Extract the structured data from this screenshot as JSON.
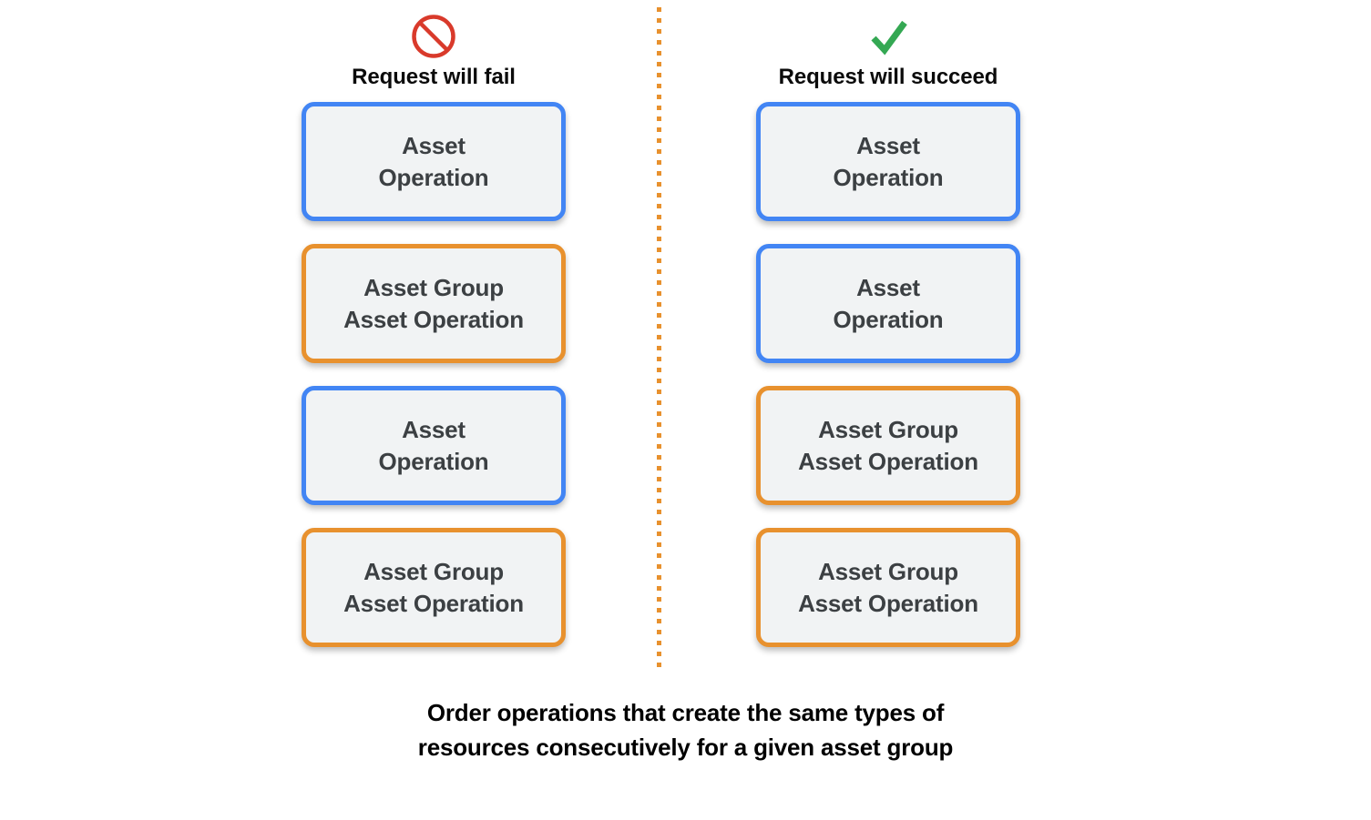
{
  "colors": {
    "blue_border": "#4285f4",
    "orange_border": "#e8912e",
    "card_fill": "#f1f3f4",
    "card_text": "#3c4043",
    "fail_icon": "#d93a2b",
    "success_icon": "#34a853",
    "divider": "#e8912e",
    "caption_text": "#000000"
  },
  "columns": [
    {
      "id": "fail",
      "icon": "prohibited-icon",
      "title": "Request will fail",
      "cards": [
        {
          "variant": "blue",
          "label": "Asset\nOperation"
        },
        {
          "variant": "orange",
          "label": "Asset Group\nAsset Operation"
        },
        {
          "variant": "blue",
          "label": "Asset\nOperation"
        },
        {
          "variant": "orange",
          "label": "Asset Group\nAsset Operation"
        }
      ]
    },
    {
      "id": "succeed",
      "icon": "check-icon",
      "title": "Request will succeed",
      "cards": [
        {
          "variant": "blue",
          "label": "Asset\nOperation"
        },
        {
          "variant": "blue",
          "label": "Asset\nOperation"
        },
        {
          "variant": "orange",
          "label": "Asset Group\nAsset Operation"
        },
        {
          "variant": "orange",
          "label": "Asset Group\nAsset Operation"
        }
      ]
    }
  ],
  "caption": "Order operations that create the same types of\nresources consecutively for a given asset group"
}
